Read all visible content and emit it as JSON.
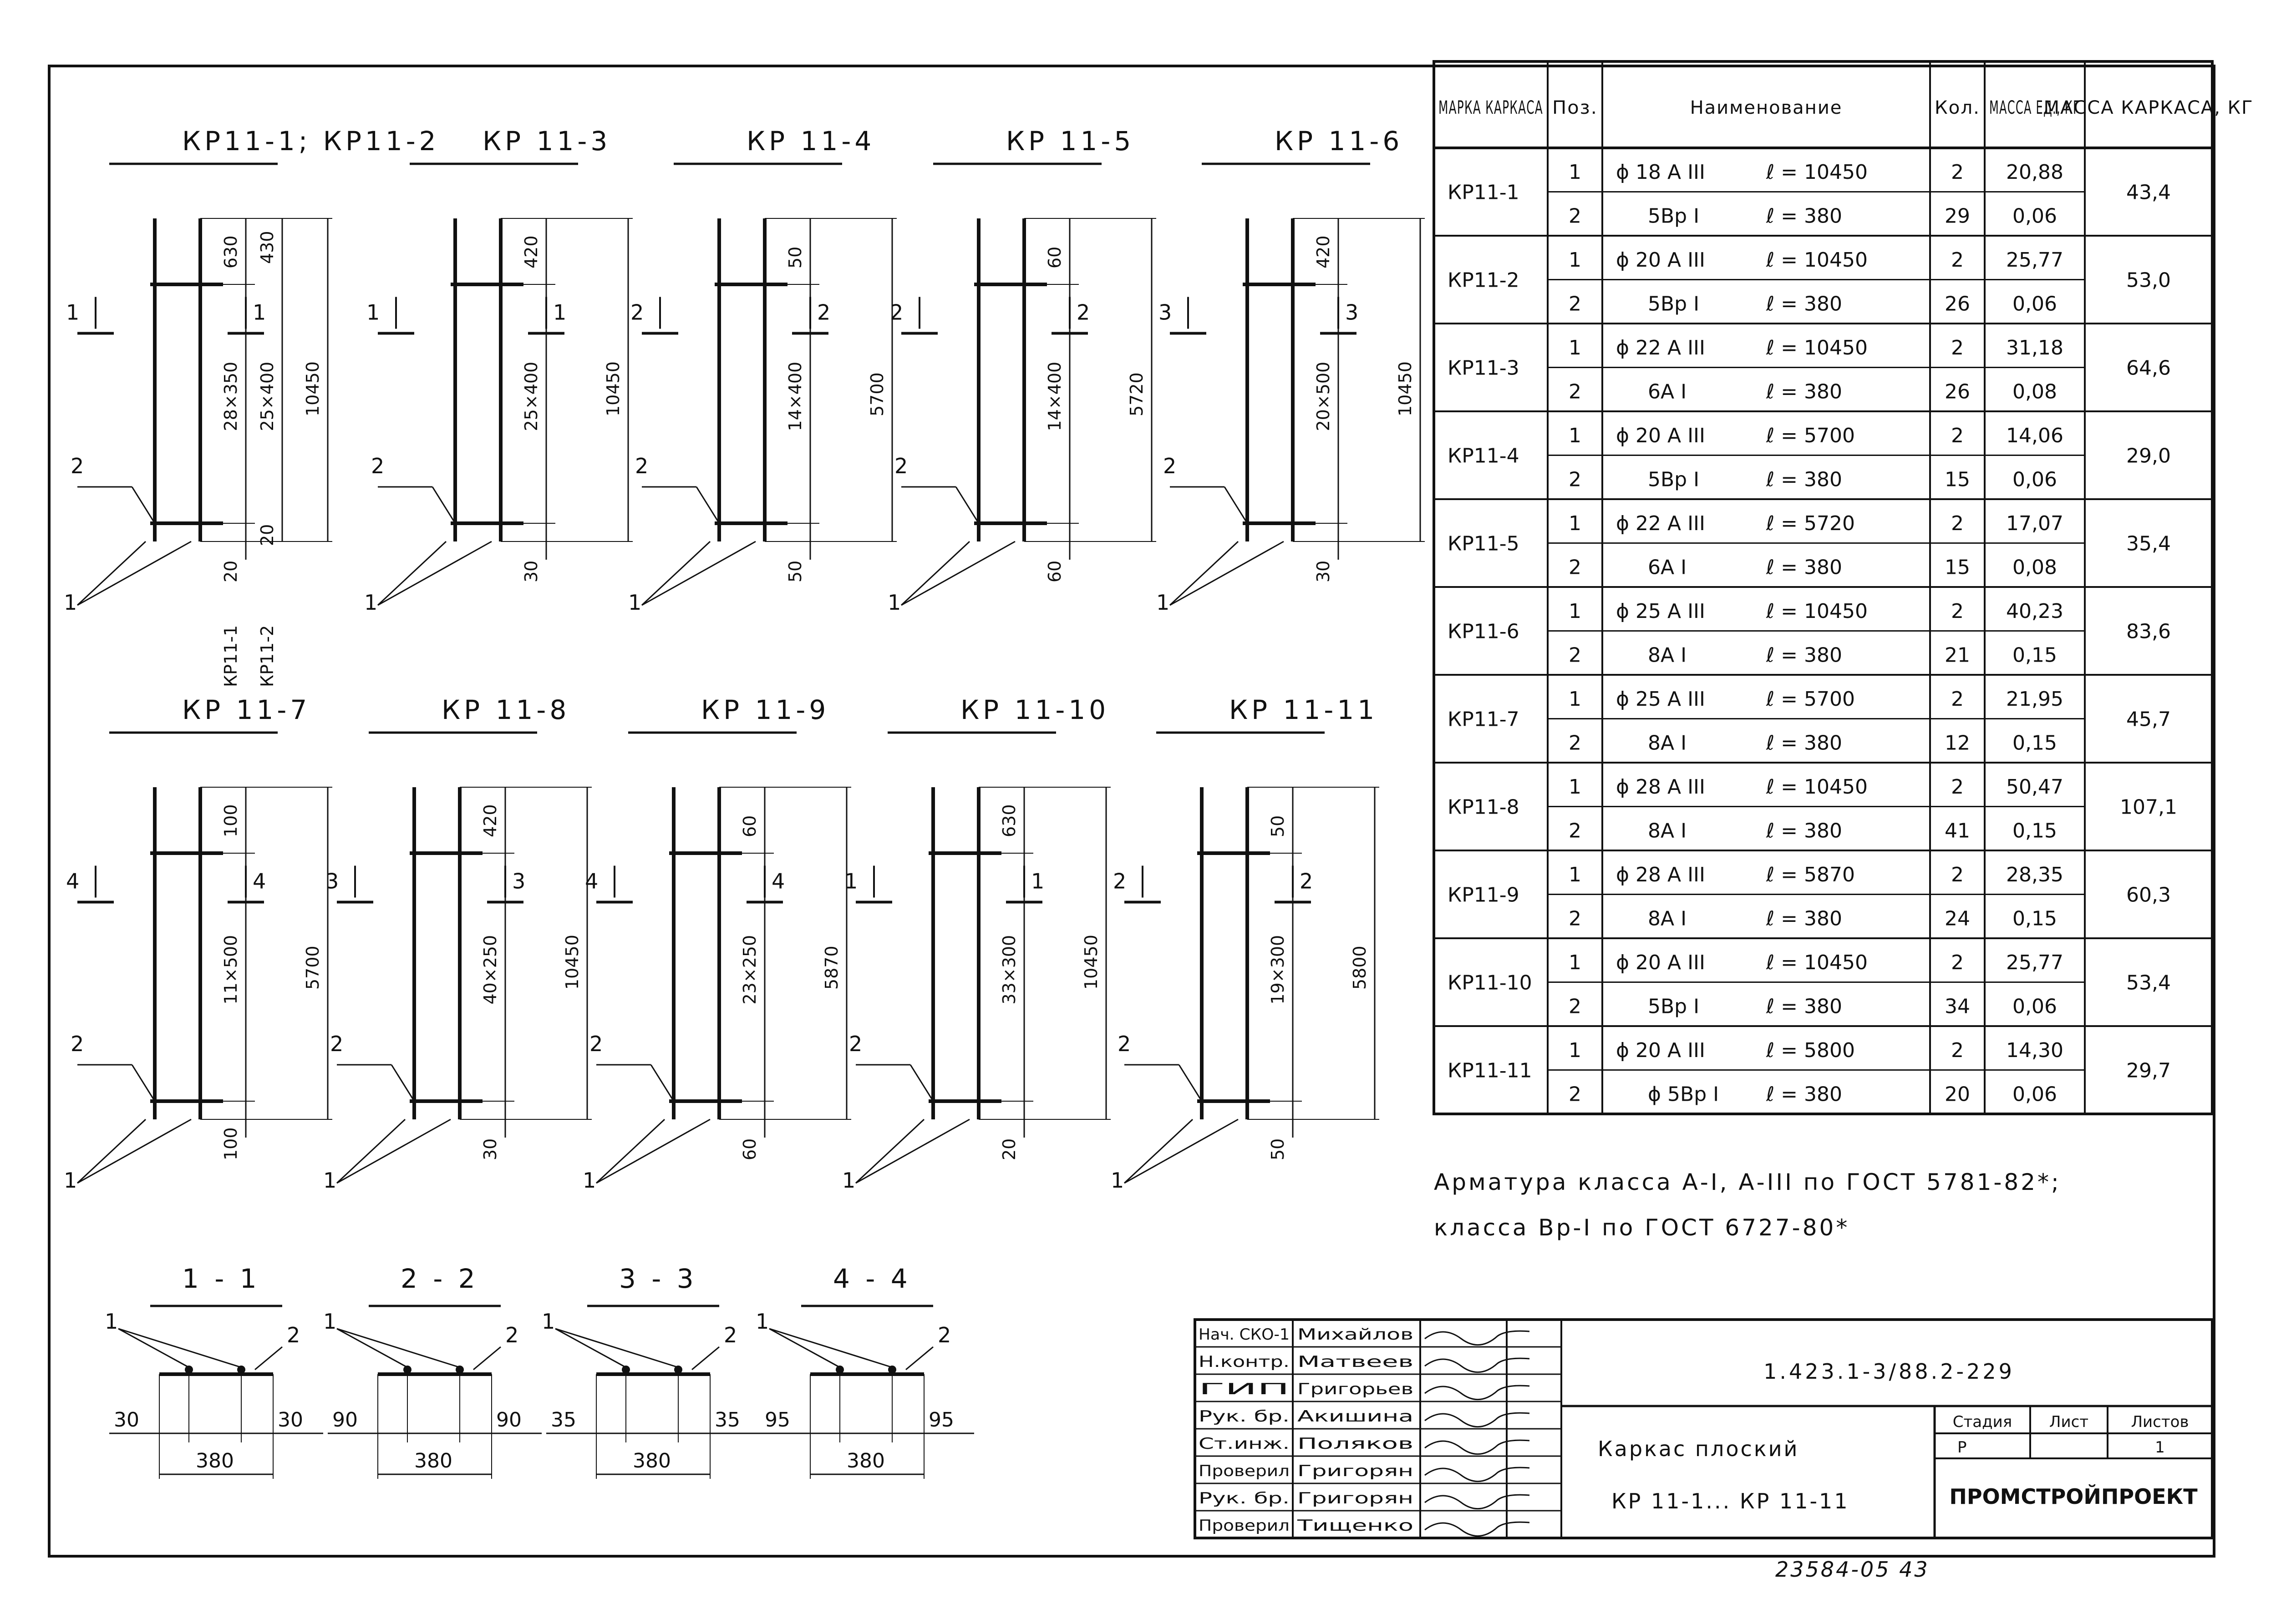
{
  "frames_row1": [
    {
      "title": "КР11-1; КР11-2",
      "dims": [
        "630",
        "430",
        "28×350",
        "25×400",
        "20",
        "20",
        "10450"
      ],
      "sub": [
        "КР11-1",
        "КР11-2"
      ],
      "sec": "1",
      "pos": [
        "1",
        "2"
      ]
    },
    {
      "title": "КР 11-3",
      "dims": [
        "420",
        "25×400",
        "30",
        "10450"
      ],
      "sec": "1",
      "pos": [
        "1",
        "2"
      ]
    },
    {
      "title": "КР 11-4",
      "dims": [
        "50",
        "14×400",
        "50",
        "5700"
      ],
      "sec": "2",
      "pos": [
        "1",
        "2"
      ]
    },
    {
      "title": "КР 11-5",
      "dims": [
        "60",
        "14×400",
        "60",
        "5720"
      ],
      "sec": "2",
      "pos": [
        "1",
        "2"
      ]
    },
    {
      "title": "КР 11-6",
      "dims": [
        "420",
        "20×500",
        "30",
        "10450"
      ],
      "sec": "3",
      "pos": [
        "1",
        "2"
      ]
    }
  ],
  "frames_row2": [
    {
      "title": "КР 11-7",
      "dims": [
        "100",
        "11×500",
        "100",
        "5700"
      ],
      "sec": "4",
      "pos": [
        "1",
        "2"
      ]
    },
    {
      "title": "КР 11-8",
      "dims": [
        "420",
        "40×250",
        "30",
        "10450"
      ],
      "sec": "3",
      "pos": [
        "1",
        "2"
      ]
    },
    {
      "title": "КР 11-9",
      "dims": [
        "60",
        "23×250",
        "60",
        "5870"
      ],
      "sec": "4",
      "pos": [
        "1",
        "2"
      ]
    },
    {
      "title": "КР 11-10",
      "dims": [
        "630",
        "33×300",
        "20",
        "10450"
      ],
      "sec": "1",
      "pos": [
        "1",
        "2"
      ]
    },
    {
      "title": "КР 11-11",
      "dims": [
        "50",
        "19×300",
        "50",
        "5800"
      ],
      "sec": "2",
      "pos": [
        "1",
        "2"
      ]
    }
  ],
  "sections": [
    {
      "title": "1 - 1",
      "left": "30",
      "right": "30",
      "width": "380",
      "p1": "1",
      "p2": "2"
    },
    {
      "title": "2 - 2",
      "left": "90",
      "right": "90",
      "width": "380",
      "p1": "1",
      "p2": "2"
    },
    {
      "title": "3 - 3",
      "left": "35",
      "right": "35",
      "width": "380",
      "p1": "1",
      "p2": "2"
    },
    {
      "title": "4 - 4",
      "left": "95",
      "right": "95",
      "width": "380",
      "p1": "1",
      "p2": "2"
    }
  ],
  "spec": {
    "headers": [
      "МАРКА КАРКАСА",
      "Поз.",
      "Наименование",
      "Кол.",
      "МАССА ЕД., КГ",
      "МАССА КАРКАСА, КГ"
    ],
    "groups": [
      {
        "mark": "КР11-1",
        "total": "43,4",
        "rows": [
          {
            "pos": "1",
            "name": "ϕ 18 А III",
            "len": "ℓ = 10450",
            "qty": "2",
            "mass": "20,88"
          },
          {
            "pos": "2",
            "name": "5Вр I",
            "len": "ℓ = 380",
            "qty": "29",
            "mass": "0,06"
          }
        ]
      },
      {
        "mark": "КР11-2",
        "total": "53,0",
        "rows": [
          {
            "pos": "1",
            "name": "ϕ 20 А III",
            "len": "ℓ = 10450",
            "qty": "2",
            "mass": "25,77"
          },
          {
            "pos": "2",
            "name": "5Вр I",
            "len": "ℓ = 380",
            "qty": "26",
            "mass": "0,06"
          }
        ]
      },
      {
        "mark": "КР11-3",
        "total": "64,6",
        "rows": [
          {
            "pos": "1",
            "name": "ϕ 22 А III",
            "len": "ℓ = 10450",
            "qty": "2",
            "mass": "31,18"
          },
          {
            "pos": "2",
            "name": "6А I",
            "len": "ℓ = 380",
            "qty": "26",
            "mass": "0,08"
          }
        ]
      },
      {
        "mark": "КР11-4",
        "total": "29,0",
        "rows": [
          {
            "pos": "1",
            "name": "ϕ 20 А III",
            "len": "ℓ = 5700",
            "qty": "2",
            "mass": "14,06"
          },
          {
            "pos": "2",
            "name": "5Вр I",
            "len": "ℓ = 380",
            "qty": "15",
            "mass": "0,06"
          }
        ]
      },
      {
        "mark": "КР11-5",
        "total": "35,4",
        "rows": [
          {
            "pos": "1",
            "name": "ϕ 22 А III",
            "len": "ℓ = 5720",
            "qty": "2",
            "mass": "17,07"
          },
          {
            "pos": "2",
            "name": "6А I",
            "len": "ℓ = 380",
            "qty": "15",
            "mass": "0,08"
          }
        ]
      },
      {
        "mark": "КР11-6",
        "total": "83,6",
        "rows": [
          {
            "pos": "1",
            "name": "ϕ 25 А III",
            "len": "ℓ = 10450",
            "qty": "2",
            "mass": "40,23"
          },
          {
            "pos": "2",
            "name": "8А I",
            "len": "ℓ = 380",
            "qty": "21",
            "mass": "0,15"
          }
        ]
      },
      {
        "mark": "КР11-7",
        "total": "45,7",
        "rows": [
          {
            "pos": "1",
            "name": "ϕ 25 А III",
            "len": "ℓ = 5700",
            "qty": "2",
            "mass": "21,95"
          },
          {
            "pos": "2",
            "name": "8А I",
            "len": "ℓ = 380",
            "qty": "12",
            "mass": "0,15"
          }
        ]
      },
      {
        "mark": "КР11-8",
        "total": "107,1",
        "rows": [
          {
            "pos": "1",
            "name": "ϕ 28 А III",
            "len": "ℓ = 10450",
            "qty": "2",
            "mass": "50,47"
          },
          {
            "pos": "2",
            "name": "8А I",
            "len": "ℓ = 380",
            "qty": "41",
            "mass": "0,15"
          }
        ]
      },
      {
        "mark": "КР11-9",
        "total": "60,3",
        "rows": [
          {
            "pos": "1",
            "name": "ϕ 28 А III",
            "len": "ℓ = 5870",
            "qty": "2",
            "mass": "28,35"
          },
          {
            "pos": "2",
            "name": "8А I",
            "len": "ℓ = 380",
            "qty": "24",
            "mass": "0,15"
          }
        ]
      },
      {
        "mark": "КР11-10",
        "total": "53,4",
        "rows": [
          {
            "pos": "1",
            "name": "ϕ 20 А III",
            "len": "ℓ = 10450",
            "qty": "2",
            "mass": "25,77"
          },
          {
            "pos": "2",
            "name": "5Вр I",
            "len": "ℓ = 380",
            "qty": "34",
            "mass": "0,06"
          }
        ]
      },
      {
        "mark": "КР11-11",
        "total": "29,7",
        "rows": [
          {
            "pos": "1",
            "name": "ϕ 20 А III",
            "len": "ℓ = 5800",
            "qty": "2",
            "mass": "14,30"
          },
          {
            "pos": "2",
            "name": "ϕ 5Вр I",
            "len": "ℓ = 380",
            "qty": "20",
            "mass": "0,06"
          }
        ]
      }
    ]
  },
  "notes": [
    "Арматура класса А-I, А-III по ГОСТ 5781-82*;",
    "класса Вр-I по ГОСТ 6727-80*"
  ],
  "title_block": {
    "roles": [
      "Нач. СКО-1",
      "Н.контр.",
      "ГИП",
      "Рук. бр.",
      "Ст.инж.",
      "Проверил",
      "Рук. бр.",
      "Проверил"
    ],
    "names": [
      "Михайлов",
      "Матвеев",
      "Григорьев",
      "Акишина",
      "Поляков",
      "Григорян",
      "Григорян",
      "Тищенко"
    ],
    "code": "1.423.1-3/88.2-229",
    "name1": "Каркас плоский",
    "name2": "КР 11-1... КР 11-11",
    "stage_h": "Стадия",
    "sheet_h": "Лист",
    "sheets_h": "Листов",
    "stage": "Р",
    "sheet": "",
    "sheets": "1",
    "org": "ПРОМСТРОЙПРОЕКТ",
    "inv": "23584-05 43"
  }
}
